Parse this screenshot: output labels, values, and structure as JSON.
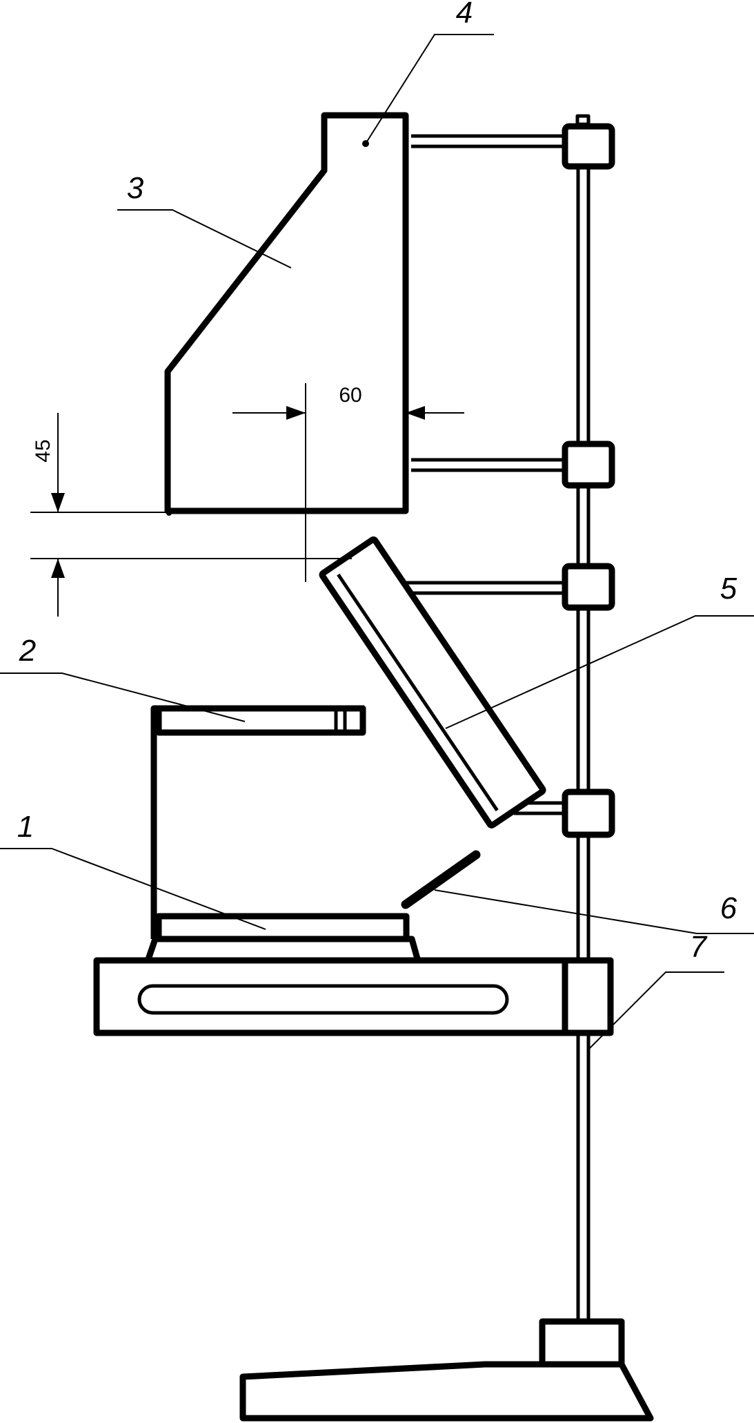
{
  "diagram": {
    "callouts": {
      "c1": "1",
      "c2": "2",
      "c3": "3",
      "c4": "4",
      "c5": "5",
      "c6": "6",
      "c7": "7"
    },
    "dimensions": {
      "horizontal": "60",
      "vertical": "45"
    }
  }
}
